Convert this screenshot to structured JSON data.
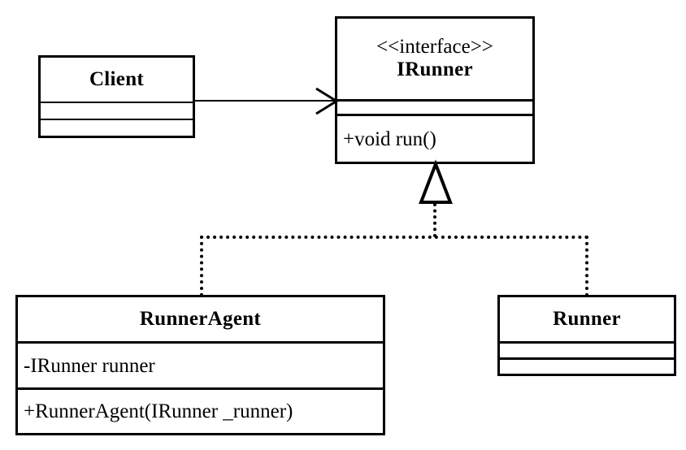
{
  "diagram": {
    "kind": "uml-class-diagram",
    "title": "IRunner interface realization diagram",
    "background_color": "#ffffff",
    "line_color": "#000000"
  },
  "classes": {
    "client": {
      "name": "Client",
      "stereotype": "",
      "attributes": [
        ""
      ],
      "operations": [
        ""
      ]
    },
    "irunner": {
      "name": "IRunner",
      "stereotype": "<<interface>>",
      "attributes": [
        ""
      ],
      "operations": [
        "+void run()"
      ]
    },
    "runner_agent": {
      "name": "RunnerAgent",
      "stereotype": "",
      "attributes": [
        "-IRunner runner"
      ],
      "operations": [
        "+RunnerAgent(IRunner _runner)"
      ]
    },
    "runner": {
      "name": "Runner",
      "stereotype": "",
      "attributes": [
        ""
      ],
      "operations": [
        ""
      ]
    }
  },
  "relations": [
    {
      "id": "client-uses-irunner",
      "type": "association",
      "line": "solid",
      "arrowhead": "open",
      "from": "Client",
      "to": "IRunner",
      "label": ""
    },
    {
      "id": "runneragent-realizes-irunner",
      "type": "realization",
      "line": "dotted",
      "arrowhead": "hollow-triangle",
      "from": "RunnerAgent",
      "to": "IRunner",
      "label": ""
    },
    {
      "id": "runner-realizes-irunner",
      "type": "realization",
      "line": "dotted",
      "arrowhead": "hollow-triangle",
      "from": "Runner",
      "to": "IRunner",
      "label": ""
    }
  ]
}
